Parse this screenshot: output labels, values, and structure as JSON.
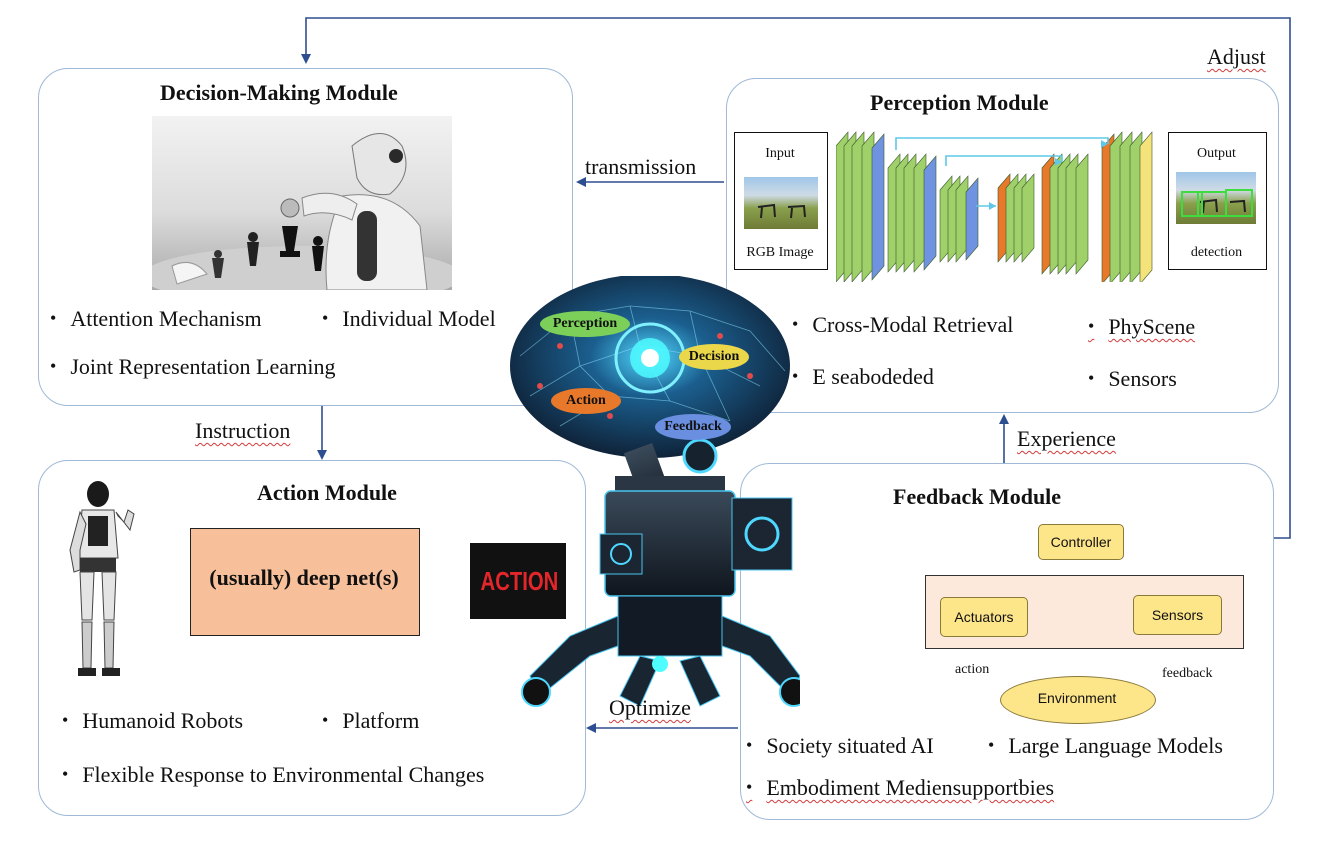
{
  "decision": {
    "title": "Decision-Making Module",
    "bullets": [
      "Attention Mechanism",
      "Individual Model",
      "Joint Representation Learning"
    ]
  },
  "perception": {
    "title": "Perception Module",
    "input_label": "Input",
    "input_caption": "RGB Image",
    "output_label": "Output",
    "output_caption": "detection",
    "bullets": [
      "Cross-Modal Retrieval",
      "PhyScene",
      "E seabodeded",
      "Sensors"
    ]
  },
  "action": {
    "title": "Action Module",
    "net_label": "(usually) deep net(s)",
    "action_sign": "ACTION",
    "bullets": [
      "Humanoid Robots",
      "Platform",
      "Flexible Response to Environmental Changes"
    ]
  },
  "feedback": {
    "title": "Feedback Module",
    "nodes": {
      "controller": "Controller",
      "actuators": "Actuators",
      "sensors": "Sensors",
      "environment": "Environment"
    },
    "edge_labels": {
      "action": "action",
      "feedback": "feedback"
    },
    "bullets": [
      "Society situated AI",
      "Large Language Models",
      "Embodiment Mediensupportbies"
    ]
  },
  "flows": {
    "adjust": "Adjust",
    "transmission": "transmission",
    "instruction": "Instruction",
    "experience": "Experience",
    "optimize": "Optimize"
  },
  "brain_tags": {
    "perception": "Perception",
    "decision": "Decision",
    "action": "Action",
    "feedback": "Feedback"
  },
  "colors": {
    "module_border": "#9fb9d6",
    "arrow": "#2e4f8f",
    "net_box": "#f8c09a",
    "node_fill": "#fde58a",
    "feedback_panel": "#fde8dc",
    "tag_perception": "#7cd05a",
    "tag_decision": "#ead84a",
    "tag_action": "#e8782a",
    "tag_feedback": "#6a8fe0"
  }
}
